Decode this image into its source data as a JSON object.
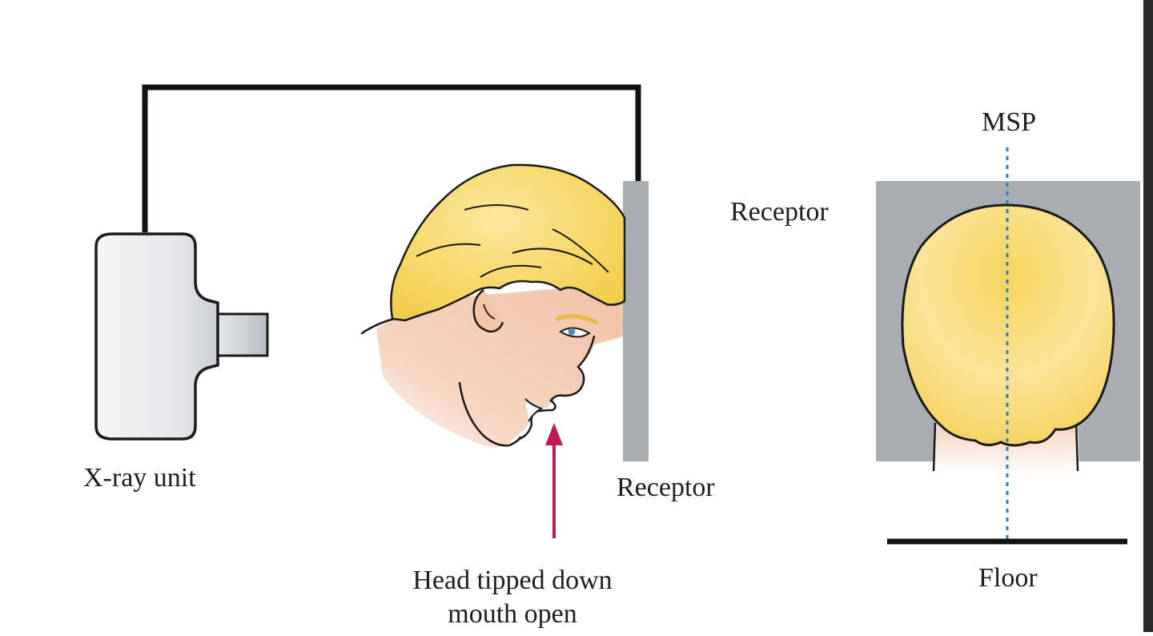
{
  "labels": {
    "xray_unit": "X-ray unit",
    "receptor_side": "Receptor",
    "receptor_front": "Receptor",
    "msp": "MSP",
    "floor": "Floor",
    "caption_line1": "Head tipped down",
    "caption_line2": "mouth open"
  },
  "colors": {
    "hair": "#f6d25a",
    "hair_light": "#fbe9a0",
    "skin": "#f2c9b0",
    "receptor": "#a8adb2",
    "arrow": "#c2185b",
    "msp_line": "#2f7fb6",
    "outline": "#1a1a1a"
  }
}
